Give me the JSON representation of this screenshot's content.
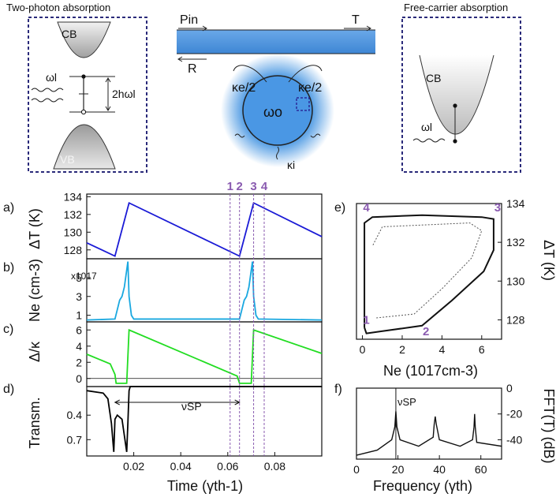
{
  "top": {
    "left_title": "Two-photon absorption",
    "right_title": "Free-carrier absorption",
    "cb": "CB",
    "vb": "VB",
    "omega_l": "ωl",
    "two_h_omega": "2hωl",
    "p_in": "Pin",
    "t_label": "T",
    "r_label": "R",
    "kappa_e_half_left": "κe/2",
    "kappa_e_half_right": "κe/2",
    "omega_0": "ωo",
    "kappa_i": "κi",
    "cb_right": "CB",
    "omega_l_right": "ωl"
  },
  "panels": {
    "a": "a)",
    "b": "b)",
    "c": "c)",
    "d": "d)",
    "e": "e)",
    "f": "f)"
  },
  "colors": {
    "dT": "#1a1ad6",
    "Ne": "#1aa8e0",
    "delta": "#22dd22",
    "transm": "#000000",
    "markers": "#8a5bb0",
    "waveguide": "#4a90d9",
    "ring_glow": "#3b8fe0"
  },
  "chart_data": [
    {
      "type": "line",
      "panel": "a",
      "ylabel": "ΔT (K)",
      "yticks": [
        "128",
        "130",
        "132",
        "134"
      ],
      "ylim": [
        127,
        134.3
      ],
      "xlim": [
        0,
        0.1
      ],
      "series": [
        {
          "x": [
            0,
            0.012,
            0.018,
            0.065,
            0.071,
            0.1
          ],
          "y": [
            128.8,
            127.3,
            133.3,
            127.3,
            133.3,
            129.5
          ]
        }
      ]
    },
    {
      "type": "line",
      "panel": "b",
      "ylabel": "Ne (cm-3)",
      "multiplier": "x1017",
      "yticks": [
        "1",
        "3",
        "5"
      ],
      "ylim": [
        0.3,
        7
      ],
      "xlim": [
        0,
        0.1
      ],
      "series": [
        {
          "x": [
            0,
            0.012,
            0.014,
            0.015,
            0.016,
            0.0175,
            0.018,
            0.019,
            0.02,
            0.065,
            0.067,
            0.068,
            0.069,
            0.0705,
            0.071,
            0.072,
            0.073,
            0.1
          ],
          "y": [
            0.5,
            0.6,
            2.6,
            3.0,
            4.0,
            6.7,
            3.0,
            1.0,
            0.6,
            0.6,
            2.6,
            3.0,
            4.0,
            6.7,
            3.0,
            1.0,
            0.6,
            0.5
          ]
        }
      ]
    },
    {
      "type": "line",
      "panel": "c",
      "ylabel": "Δ/κ",
      "yticks": [
        "0",
        "2",
        "4",
        "6"
      ],
      "ylim": [
        -1,
        7
      ],
      "xlim": [
        0,
        0.1
      ],
      "series": [
        {
          "x": [
            0,
            0.01,
            0.012,
            0.0125,
            0.017,
            0.018,
            0.064,
            0.065,
            0.0655,
            0.07,
            0.071,
            0.1
          ],
          "y": [
            3.0,
            1.8,
            0.5,
            -0.6,
            -0.6,
            6.0,
            0.3,
            -0.6,
            -0.6,
            -0.6,
            6.0,
            3.1
          ]
        }
      ]
    },
    {
      "type": "line",
      "panel": "d",
      "ylabel": "Transm.",
      "xlabel": "Time (γth-1)",
      "annotation": "νSP",
      "yticks": [
        "0.4",
        "0.7"
      ],
      "xticks": [
        "0.02",
        "0.04",
        "0.06",
        "0.08"
      ],
      "ylim": [
        0.9,
        0.05
      ],
      "xlim": [
        0,
        0.1
      ],
      "series": [
        {
          "x": [
            0,
            0.007,
            0.009,
            0.0105,
            0.0115,
            0.012,
            0.013,
            0.015,
            0.017,
            0.0175,
            0.018,
            0.0185,
            0.1
          ],
          "y": [
            0.1,
            0.13,
            0.2,
            0.5,
            0.85,
            0.45,
            0.4,
            0.45,
            0.85,
            0.5,
            0.1,
            0.05,
            0.05
          ]
        }
      ]
    },
    {
      "type": "line",
      "panel": "e",
      "xlabel": "Ne (1017cm-3)",
      "ylabel": "ΔT (K)",
      "xticks": [
        "0",
        "2",
        "4",
        "6"
      ],
      "yticks": [
        "128",
        "130",
        "132",
        "134"
      ],
      "xlim": [
        -0.3,
        7
      ],
      "ylim": [
        127,
        134
      ],
      "series": [
        {
          "x": [
            0.1,
            0.2,
            0.9,
            3.0,
            4.5,
            6.1,
            6.6,
            6.6,
            6.0,
            3.0,
            0.5,
            0.1,
            0.1
          ],
          "y": [
            127.6,
            127.3,
            127.4,
            127.7,
            129.0,
            130.5,
            131.6,
            133.2,
            133.3,
            133.4,
            133.3,
            133.0,
            127.6
          ]
        }
      ],
      "markers": [
        "1",
        "2",
        "3",
        "4"
      ]
    },
    {
      "type": "line",
      "panel": "f",
      "xlabel": "Frequency (γth)",
      "ylabel": "FFT(T) (dB)",
      "annotation": "νSP",
      "xticks": [
        "0",
        "20",
        "40",
        "60"
      ],
      "yticks": [
        "0",
        "-20",
        "-40"
      ],
      "xlim": [
        0,
        70
      ],
      "ylim": [
        -55,
        0
      ],
      "peaks": [
        19,
        38,
        57
      ],
      "series": [
        {
          "x": [
            0,
            10,
            17,
            18.5,
            19,
            19.5,
            21,
            30,
            37,
            37.5,
            38,
            38.5,
            40,
            50,
            56,
            56.7,
            57,
            57.3,
            58,
            70
          ],
          "y": [
            -52,
            -48,
            -40,
            -30,
            -18,
            -30,
            -40,
            -45,
            -38,
            -28,
            -22,
            -28,
            -40,
            -45,
            -40,
            -30,
            -20,
            -30,
            -42,
            -45
          ]
        }
      ]
    }
  ],
  "markers": {
    "labels": [
      "1",
      "2",
      "3",
      "4"
    ],
    "x": [
      0.061,
      0.065,
      0.071,
      0.0755
    ]
  }
}
